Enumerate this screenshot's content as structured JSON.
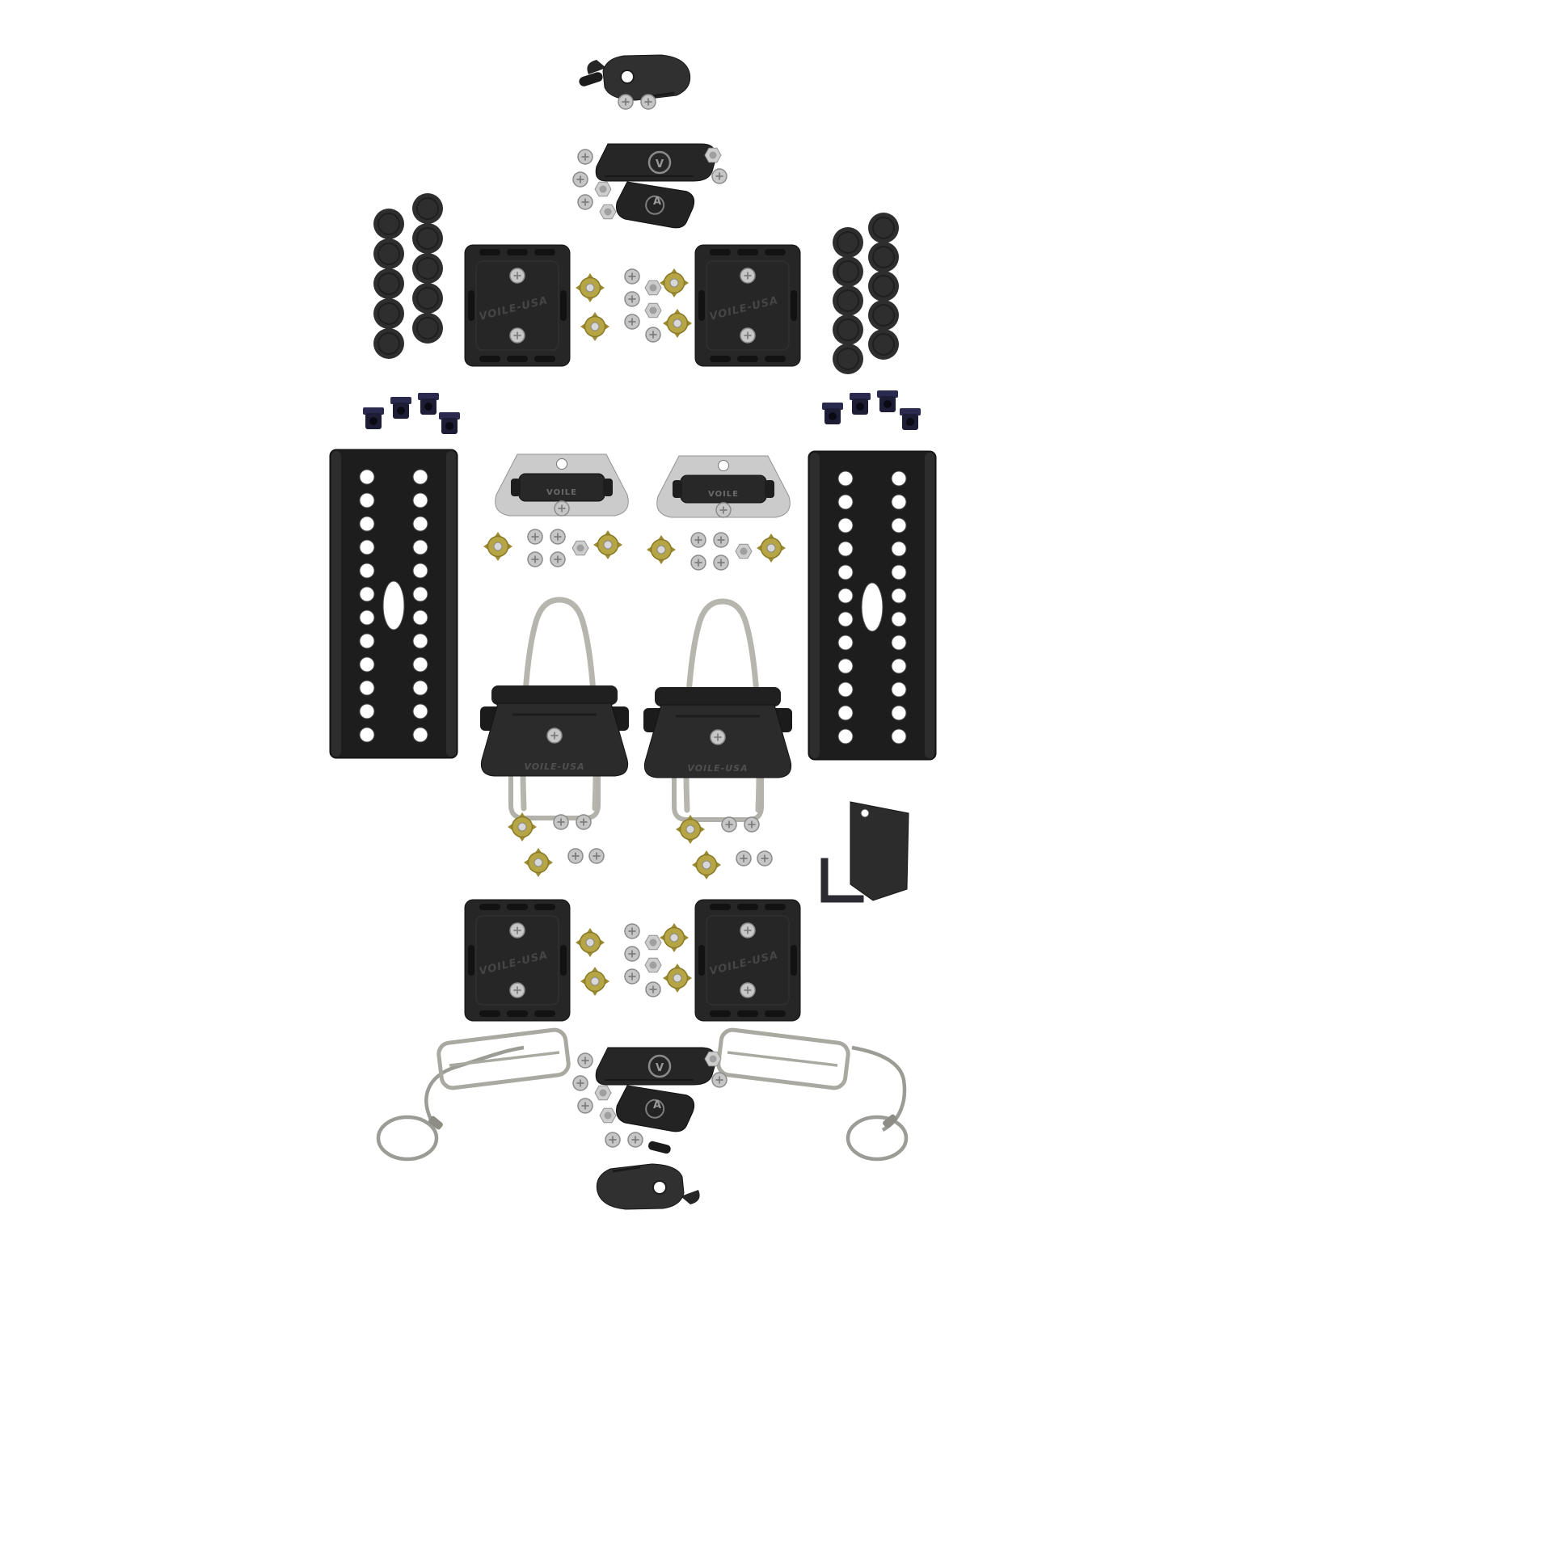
{
  "meta": {
    "type": "product-photo",
    "subject": "Splitboard binding hardware kit parts laid out on a white background"
  },
  "brand": {
    "plate_label": "VOILE-USA",
    "heel_label": "VOILE-USA",
    "riser_label": "VOILE",
    "logo_letter": "V",
    "logo_letter_alt": "A"
  },
  "colors": {
    "background": "#ffffff",
    "plastic_black": "#262626",
    "steel_silver": "#c6c6c6",
    "tnut_gold": "#b5a544",
    "tnut_dark": "#1d1d36",
    "wire_gray": "#b6b6ae"
  },
  "parts": [
    {
      "name": "tip-tension-clip-assembly",
      "qty": 2
    },
    {
      "name": "climbing-heel-riser-assembly",
      "qty": 2
    },
    {
      "name": "rubber-channel-plug",
      "qty": 20
    },
    {
      "name": "mount-plate",
      "qty": 4
    },
    {
      "name": "slider-track",
      "qty": 2
    },
    {
      "name": "touring-heel-bracket",
      "qty": 2
    },
    {
      "name": "climbing-wire-bail",
      "qty": 2
    },
    {
      "name": "heel-lockdown-unit",
      "qty": 2
    },
    {
      "name": "dark-t-nut",
      "qty": 8
    },
    {
      "name": "gold-t-nut",
      "qty": 16
    },
    {
      "name": "machine-screw",
      "qty": 32
    },
    {
      "name": "hex-nut",
      "qty": 12
    },
    {
      "name": "board-leash",
      "qty": 2
    },
    {
      "name": "scraper-tool",
      "qty": 1
    },
    {
      "name": "hex-wrench",
      "qty": 1
    }
  ]
}
